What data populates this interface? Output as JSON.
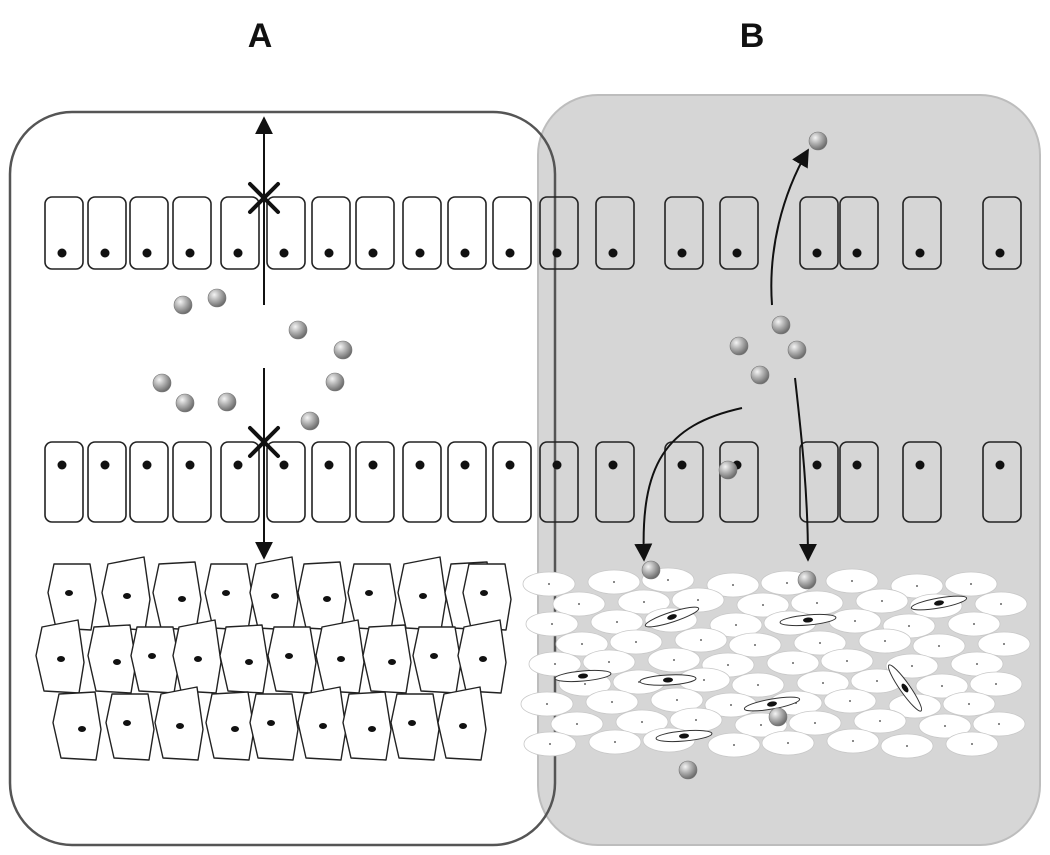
{
  "panels": [
    {
      "id": "A",
      "label": "A"
    },
    {
      "id": "B",
      "label": "B"
    }
  ],
  "colors": {
    "panel_a_fill": "#ffffff",
    "panel_a_border": "#555555",
    "panel_b_fill": "#d6d6d6",
    "panel_b_border": "#bdbdbd",
    "cell_outline": "#222222",
    "nucleus": "#111111",
    "particle": "#9a9a9a",
    "arrow": "#111111"
  },
  "icons": {
    "blocked_marker": "x-mark",
    "particle": "sphere",
    "arrow": "arrowhead"
  }
}
